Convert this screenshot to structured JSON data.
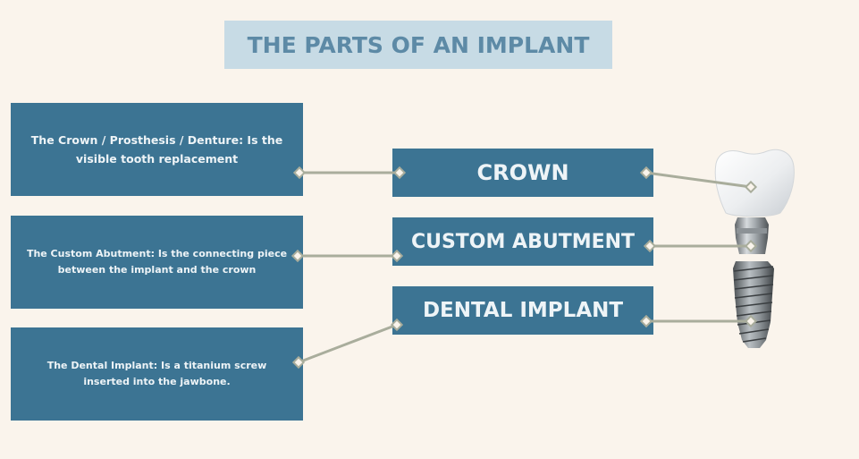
{
  "title": "THE PARTS OF AN IMPLANT",
  "descriptions": {
    "crown": "The Crown / Prosthesis / Denture: Is the visible tooth replacement",
    "abutment": "The Custom Abutment: Is the connecting piece between the implant and the crown",
    "implant": "The Dental Implant: Is a titanium screw inserted into the jawbone."
  },
  "labels": {
    "crown": "CROWN",
    "abutment": "CUSTOM ABUTMENT",
    "implant": "DENTAL IMPLANT"
  },
  "colors": {
    "background": "#faf4ec",
    "box": "#3c7493",
    "title_box": "#c7dbe5",
    "title_text": "#5d8aa6",
    "connector": "#a9ad9c"
  }
}
